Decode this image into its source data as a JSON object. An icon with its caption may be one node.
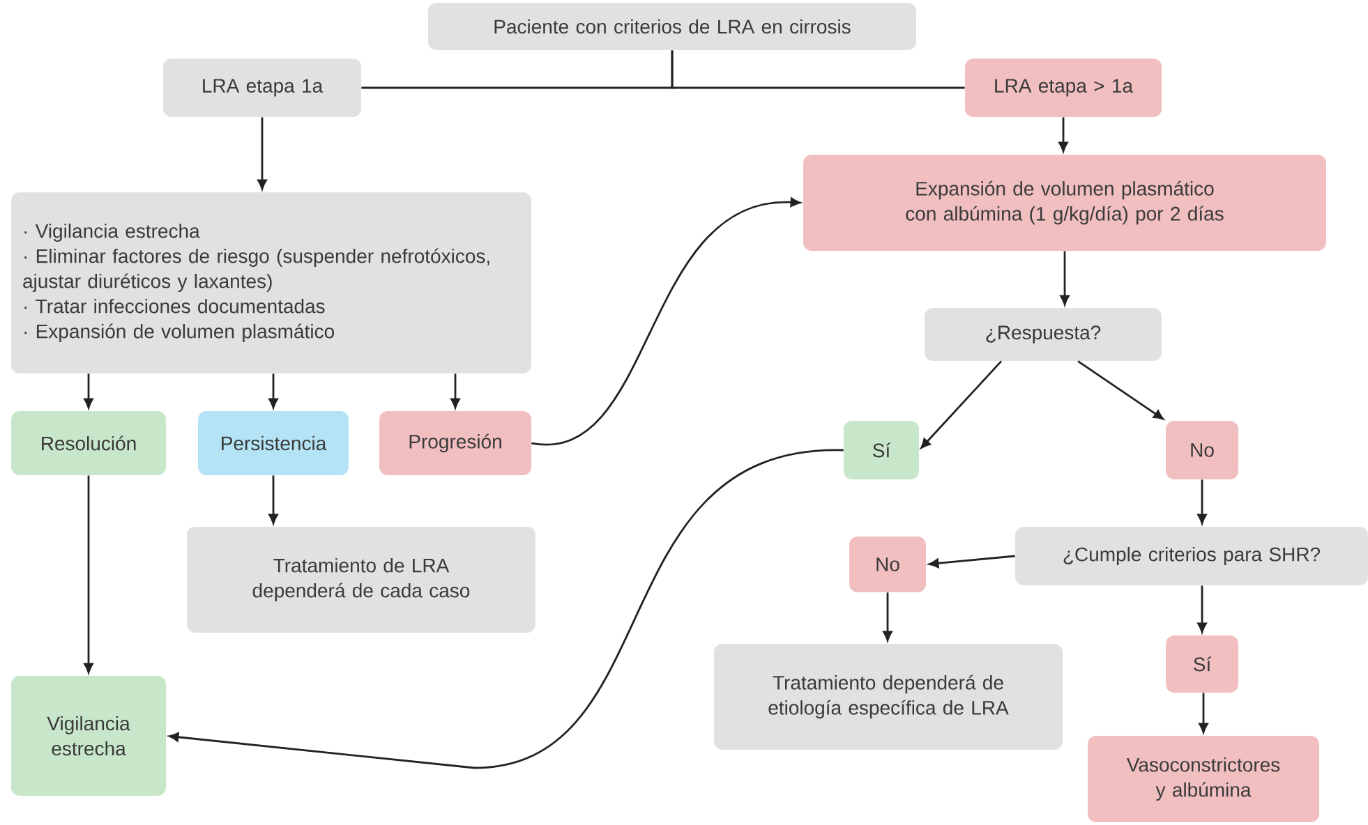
{
  "diagram": {
    "nodes": [
      {
        "text": [
          "Paciente con criterios de LRA en cirrosis"
        ]
      },
      {
        "text": [
          "LRA etapa 1a"
        ]
      },
      {
        "text": [
          "LRA etapa > 1a"
        ]
      },
      {
        "text": [
          "· Vigilancia estrecha",
          "· Eliminar factores de riesgo (suspender nefrotóxicos, ajustar diuréticos y laxantes)",
          "· Tratar infecciones documentadas",
          "· Expansión de volumen plasmático"
        ]
      },
      {
        "text": [
          "Expansión de volumen plasmático con albúmina (1 g/kg/día) por 2 días"
        ]
      },
      {
        "text": [
          "¿Respuesta?"
        ]
      },
      {
        "text": [
          "Resolución"
        ]
      },
      {
        "text": [
          "Persistencia"
        ]
      },
      {
        "text": [
          "Progresión"
        ]
      },
      {
        "text": [
          "Sí"
        ]
      },
      {
        "text": [
          "No"
        ]
      },
      {
        "text": [
          "Tratamiento de LRA dependerá de cada caso"
        ]
      },
      {
        "text": [
          "No"
        ]
      },
      {
        "text": [
          "¿Cumple criterios para SHR?"
        ]
      },
      {
        "text": [
          "Vigilancia estrecha"
        ]
      },
      {
        "text": [
          "Tratamiento dependerá de etiología específica de LRA"
        ]
      },
      {
        "text": [
          "Sí"
        ]
      },
      {
        "text": [
          "Vasoconstrictores y albúmina"
        ]
      }
    ],
    "edges": [
      {
        "from": 0,
        "to": 1,
        "arrow": "none"
      },
      {
        "from": 0,
        "to": 2,
        "arrow": "none"
      },
      {
        "from": 1,
        "to": 3,
        "arrow": "to"
      },
      {
        "from": 3,
        "to": 6,
        "arrow": "to"
      },
      {
        "from": 3,
        "to": 7,
        "arrow": "to"
      },
      {
        "from": 3,
        "to": 8,
        "arrow": "to"
      },
      {
        "from": 8,
        "to": 4,
        "arrow": "to"
      },
      {
        "from": 2,
        "to": 4,
        "arrow": "to"
      },
      {
        "from": 4,
        "to": 5,
        "arrow": "to"
      },
      {
        "from": 5,
        "to": 9,
        "arrow": "to"
      },
      {
        "from": 5,
        "to": 10,
        "arrow": "to"
      },
      {
        "from": 9,
        "to": 14,
        "arrow": "to"
      },
      {
        "from": 6,
        "to": 14,
        "arrow": "to"
      },
      {
        "from": 7,
        "to": 11,
        "arrow": "to"
      },
      {
        "from": 10,
        "to": 13,
        "arrow": "to"
      },
      {
        "from": 13,
        "to": 12,
        "arrow": "to"
      },
      {
        "from": 12,
        "to": 15,
        "arrow": "to"
      },
      {
        "from": 13,
        "to": 16,
        "arrow": "to"
      },
      {
        "from": 16,
        "to": 17,
        "arrow": "to"
      }
    ]
  }
}
